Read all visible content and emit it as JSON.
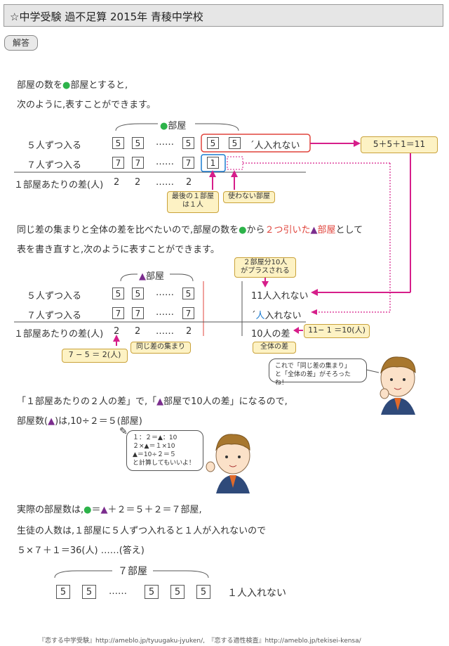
{
  "title": "☆中学受験 過不足算 2015年 青稜中学校",
  "answer_button": "解答",
  "intro": {
    "line1_a": "部屋の数を",
    "line1_dot": "●",
    "line1_b": "部屋とすると,",
    "line2": "次のように,表すことができます。"
  },
  "diagram1": {
    "brace_dot": "●",
    "brace_label": "部屋",
    "row1_label": "５人ずつ入る",
    "row2_label": "７人ずつ入る",
    "row3_label": "１部屋あたりの差(人)",
    "five": "5",
    "seven": "7",
    "one": "1",
    "dots": "……",
    "two": "2",
    "row1_note": "´人入れない",
    "calc_box": "5＋5＋1＝11",
    "tag_last_a": "最後の１部屋",
    "tag_last_b": "は１人",
    "tag_unused": "使わない部屋"
  },
  "para2": {
    "line1_a": "同じ差の集まりと全体の差を比べたいので,部屋の数を",
    "line1_dot": "●",
    "line1_b": "から",
    "line1_red": "２つ引いた",
    "line1_tri": "▲",
    "line1_red2": "部屋",
    "line1_c": "として",
    "line2": "表を書き直すと,次のように表すことができます。"
  },
  "diagram2": {
    "brace_tri": "▲",
    "brace_label": "部屋",
    "plus_tag_a": "２部屋分10人",
    "plus_tag_b": "がプラスされる",
    "row1_label": "５人ずつ入る",
    "row2_label": "７人ずつ入る",
    "row3_label": "１部屋あたりの差(人)",
    "row1_note": "11人入れない",
    "row2_note_a": "´",
    "row2_note_blue": "人",
    "row2_note_b": "入れない",
    "row3_note": "10人の差",
    "calc_tag": "11− 1 ＝10(人)",
    "tag_same": "同じ差の集まり",
    "tag_total": "全体の差",
    "tag_diff": "7 − 5 ＝ 2(人)"
  },
  "bubble1": {
    "line1": "これで「同じ差の集まり」",
    "line2": "と「全体の差」がそろったね！"
  },
  "para3": {
    "line1_a": "「１部屋あたりの２人の差」で,「",
    "line1_tri": "▲",
    "line1_b": "部屋で10人の差」になるので,",
    "line2_a": "部屋数(",
    "line2_tri": "▲",
    "line2_b": ")は,10÷２＝５(部屋)"
  },
  "bubble2": {
    "l1": "１：２＝▲：10",
    "l2": "２×▲＝１×10",
    "l3": "▲＝10÷２＝５",
    "l4": "と計算してもいいよ！"
  },
  "para4": {
    "line1_a": "実際の部屋数は,",
    "line1_dot": "●",
    "line1_b": "＝",
    "line1_tri": "▲",
    "line1_c": "＋２＝５＋２＝７部屋,",
    "line2": "生徒の人数は,１部屋に５人ずつ入れると１人が入れないので",
    "line3": "５×７＋１＝36(人) ……(答え)"
  },
  "final": {
    "brace_label": "７部屋",
    "five": "5",
    "dots": "……",
    "note": "１人入れない"
  },
  "footer": "『恋する中学受験』http://ameblo.jp/tyuugaku-jyuken/,　『恋する適性検査』http://ameblo.jp/tekisei-kensa/",
  "colors": {
    "accent": "#d61e8a",
    "red_box": "#e0443c",
    "blue_box": "#1a7bd1",
    "triangle": "#7b2d8e",
    "dot": "#2db34a"
  }
}
